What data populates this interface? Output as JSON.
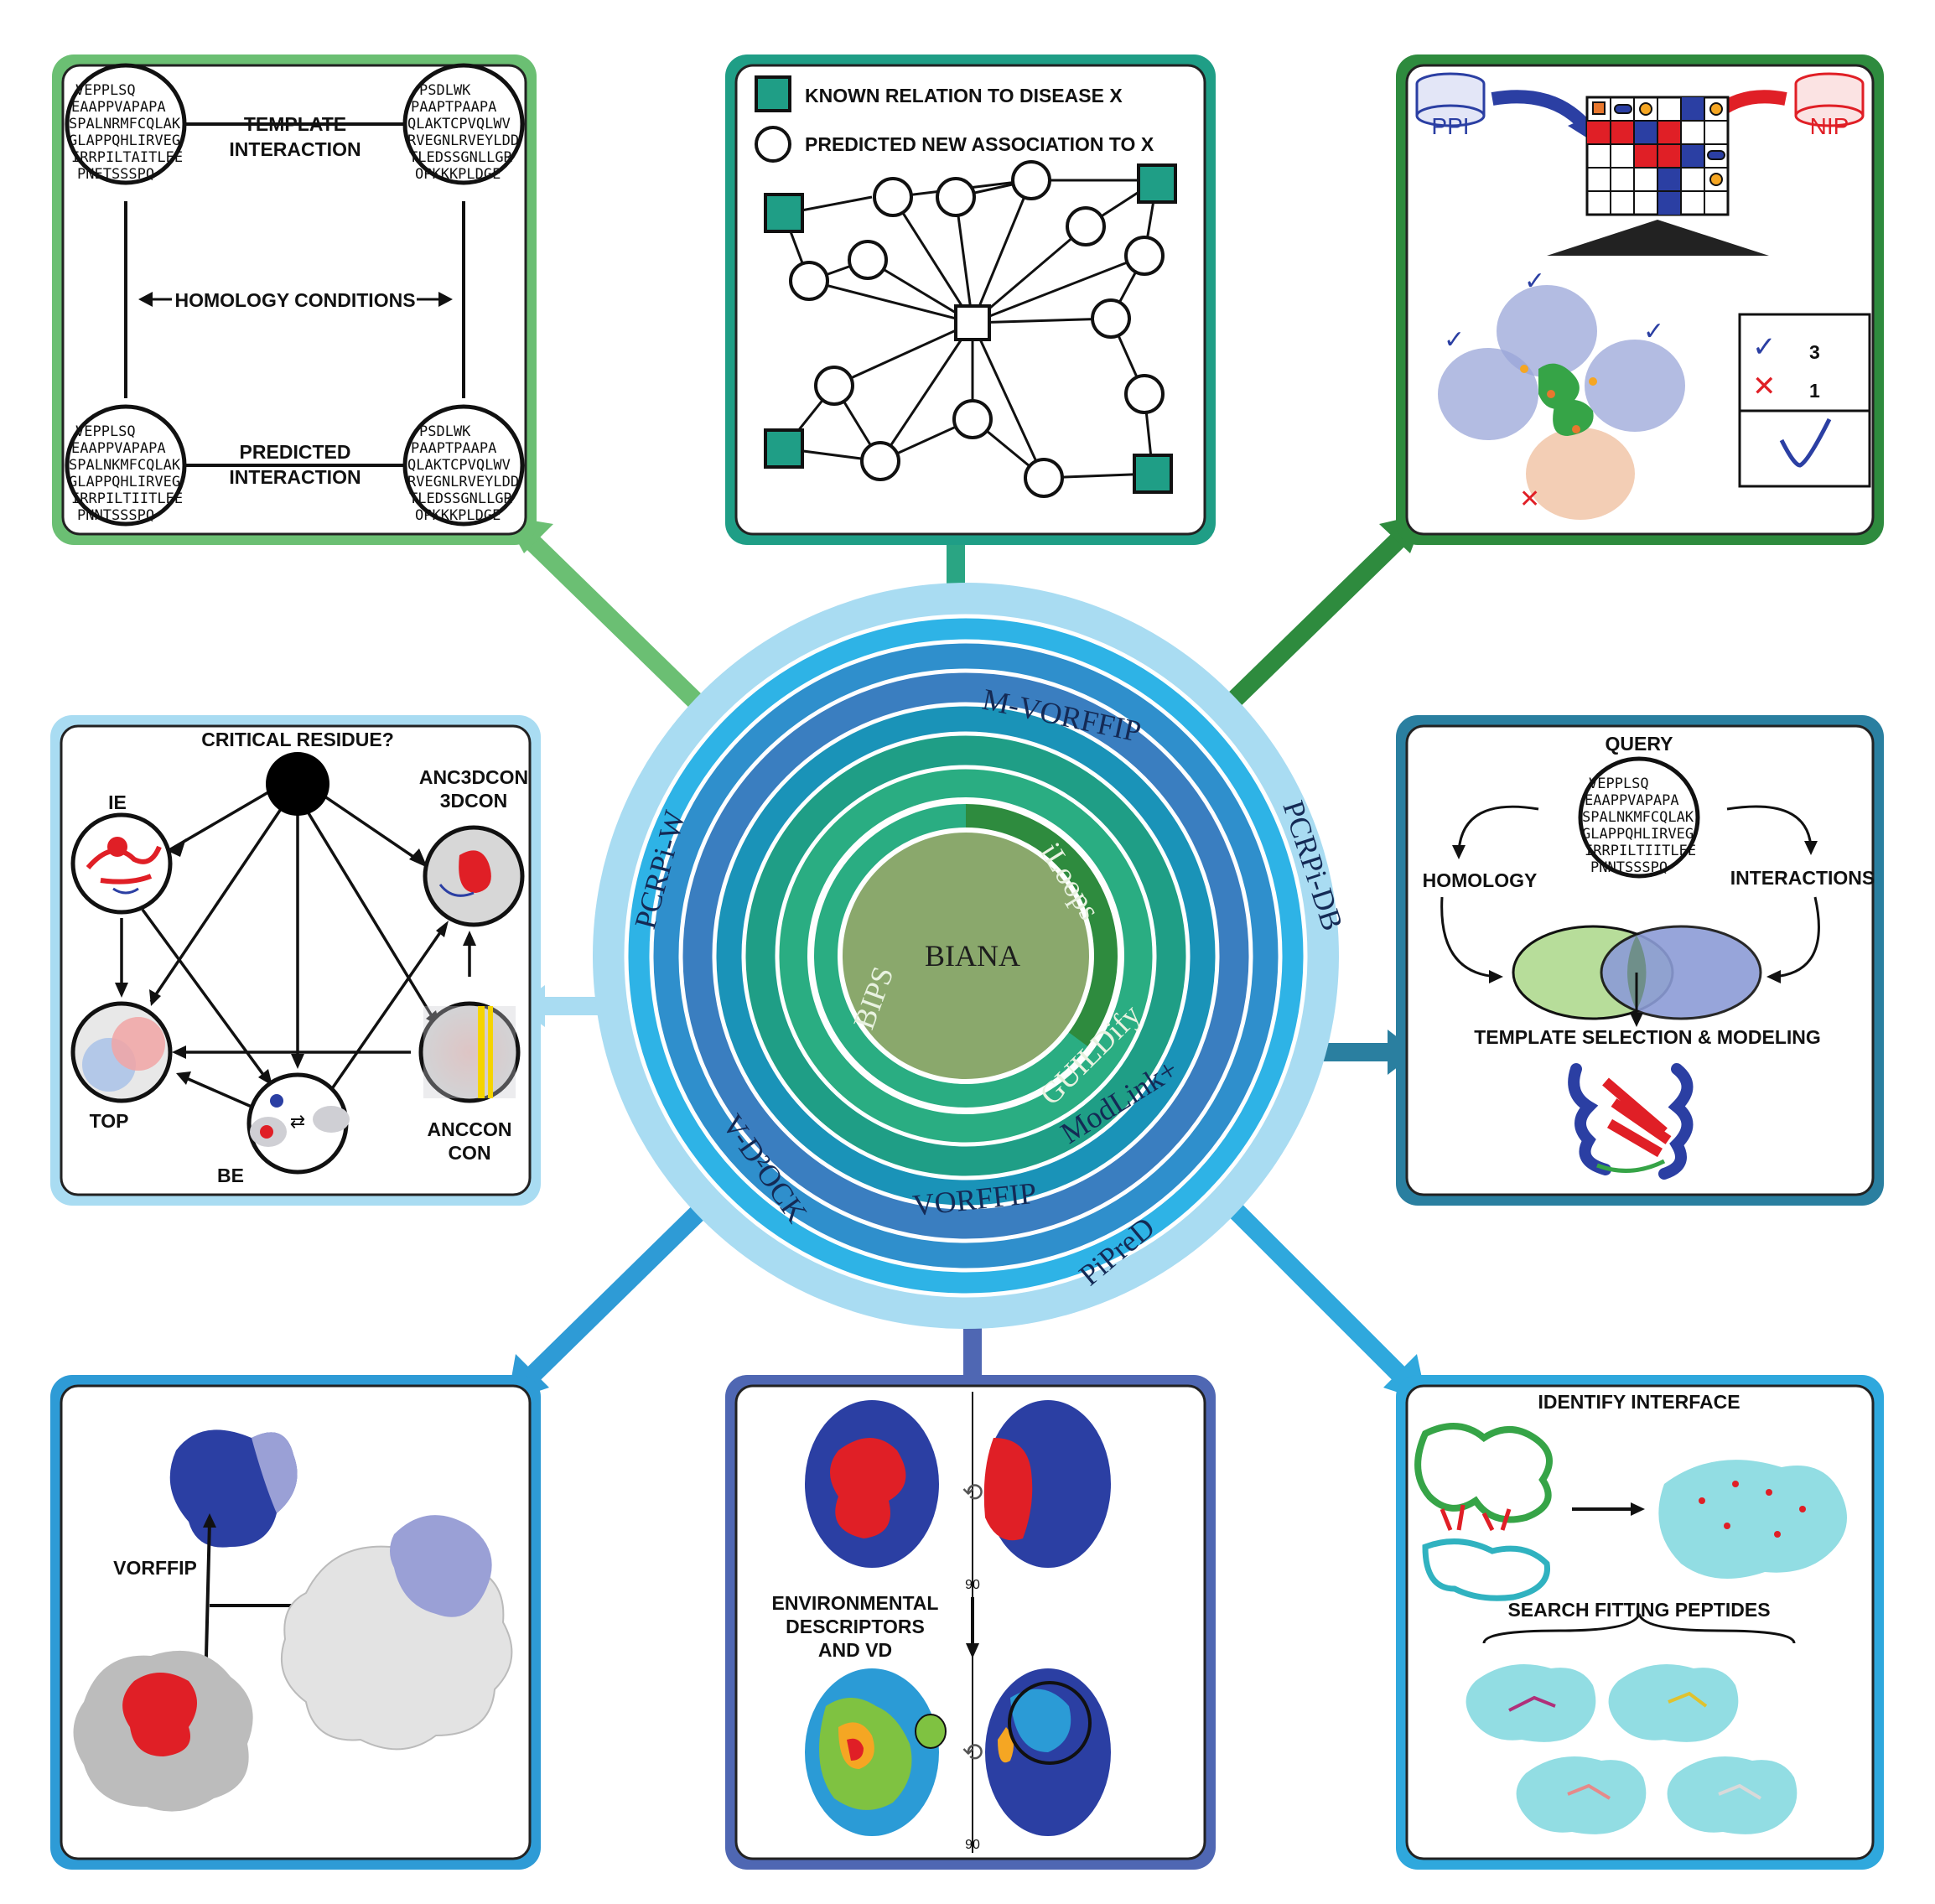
{
  "center": {
    "label": "BIANA"
  },
  "rings": {
    "inner": [
      "iLoops",
      "BIPS",
      "GUILDify"
    ],
    "mid": [
      "M-VORFFIP",
      "PCRPi-DB",
      "ModLink+",
      "VORFFIP"
    ],
    "outer": [
      "PCRPi-W",
      "V-D²OCK",
      "PiPreD"
    ]
  },
  "panels": {
    "homology": {
      "template_interaction": [
        "TEMPLATE",
        "INTERACTION"
      ],
      "homology_conditions": "HOMOLOGY CONDITIONS",
      "predicted_interaction": [
        "PREDICTED",
        "INTERACTION"
      ],
      "seq_top_left": [
        "VEPPLSQ",
        "EAAPPVAPAPA",
        "SPALNRMFCQLAK",
        "GLAPPQHLIRVEG",
        "IRRPILTAITLEE",
        "PNETSSSPQ"
      ],
      "seq_top_right": [
        "PSDLWK",
        "PAAPTPAAPA",
        "QLAKTCPVQLWV",
        "RVEGNLRVEYLDD",
        "TLEDSSGNLLGR",
        "OPKKKPLDGE"
      ],
      "seq_bottom_left": [
        "VEPPLSQ",
        "EAAPPVAPAPA",
        "SPALNKMFCQLAK",
        "GLAPPQHLIRVEG",
        "IRRPILTIITLEE",
        "PNNTSSSPQ"
      ],
      "seq_bottom_right": [
        "PSDLWK",
        "PAAPTPAAPA",
        "QLAKTCPVQLWV",
        "RVEGNLRVEYLDD",
        "TLEDSSGNLLGR",
        "OPKKKPLDGE"
      ]
    },
    "disease": {
      "known": "KNOWN RELATION TO DISEASE X",
      "predicted": "PREDICTED NEW ASSOCIATION TO X"
    },
    "ppi": {
      "ppi": "PPI",
      "nip": "NIP",
      "score_check": "3",
      "score_cross": "1"
    },
    "residue": {
      "title": "CRITICAL RESIDUE?",
      "ie": "IE",
      "anc3dcon": "ANC3DCON",
      "threedcon": "3DCON",
      "top": "TOP",
      "be": "BE",
      "anccon": "ANCCON",
      "con": "CON"
    },
    "modlink": {
      "query": "QUERY",
      "homology": "HOMOLOGY",
      "interactions": "INTERACTIONS",
      "template": "TEMPLATE SELECTION & MODELING",
      "seq": [
        "VEPPLSQ",
        "EAAPPVAPAPA",
        "SPALNKMFCQLAK",
        "GLAPPQHLIRVEG",
        "IRRPILTIITLEE",
        "PNNTSSSPQ"
      ]
    },
    "vdock": {
      "vorffip": "VORFFIP"
    },
    "vorffip": {
      "env": [
        "ENVIRONMENTAL",
        "DESCRIPTORS",
        "AND VD"
      ],
      "deg_top": "90",
      "deg_bottom": "90"
    },
    "pipred": {
      "identify": "IDENTIFY INTERFACE",
      "search": "SEARCH FITTING PEPTIDES"
    }
  },
  "colors": {
    "outer_ring": "#a9dcf2",
    "mid_ring": "#2e9bd6",
    "inner_ring": "#1f9e86",
    "center": "#8aa86c",
    "green_panel": "#6bbf73",
    "teal_panel": "#1f9e86",
    "dark_green_panel": "#2e8b3e",
    "light_blue_panel": "#a9dcf2",
    "mid_blue_panel": "#2a7fa0",
    "blue_panel": "#2e9bd6",
    "navy_panel": "#4f67b3",
    "cyan_panel": "#2fa8dd",
    "protein_red": "#e01f26",
    "protein_blue": "#2b3fa3"
  }
}
